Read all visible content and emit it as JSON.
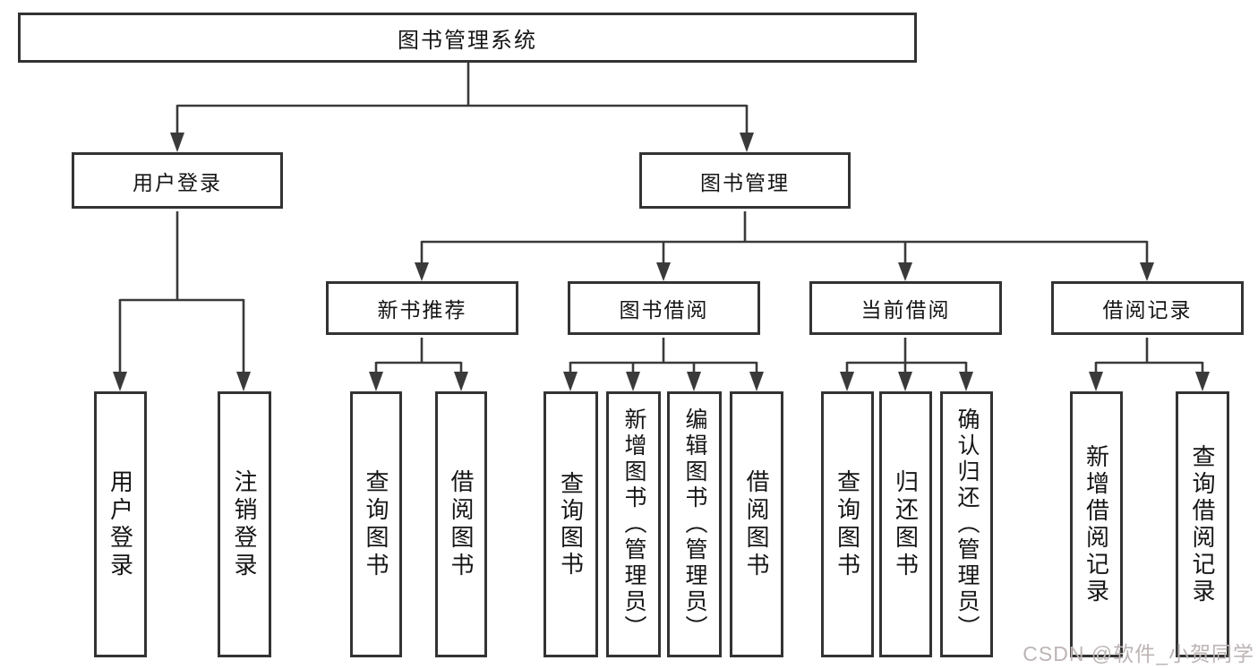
{
  "diagram_type": "hierarchy-tree",
  "colors": {
    "background": "#ffffff",
    "box_border": "#333333",
    "connector_line": "#3a3a3a",
    "text": "#151515",
    "watermark": "#bdb4b4"
  },
  "watermark": {
    "text": "CSDN @软件_小贺同学"
  },
  "tree": {
    "label": "图书管理系统",
    "children": [
      {
        "label": "用户登录",
        "children": [
          {
            "label": "用户登录"
          },
          {
            "label": "注销登录"
          }
        ]
      },
      {
        "label": "图书管理",
        "children": [
          {
            "label": "新书推荐",
            "children": [
              {
                "label": "查询图书"
              },
              {
                "label": "借阅图书"
              }
            ]
          },
          {
            "label": "图书借阅",
            "children": [
              {
                "label": "查询图书"
              },
              {
                "label": "新增图书（管理员）"
              },
              {
                "label": "编辑图书（管理员）"
              },
              {
                "label": "借阅图书"
              }
            ]
          },
          {
            "label": "当前借阅",
            "children": [
              {
                "label": "查询图书"
              },
              {
                "label": "归还图书"
              },
              {
                "label": "确认归还（管理员）"
              }
            ]
          },
          {
            "label": "借阅记录",
            "children": [
              {
                "label": "新增借阅记录"
              },
              {
                "label": "查询借阅记录"
              }
            ]
          }
        ]
      }
    ]
  }
}
